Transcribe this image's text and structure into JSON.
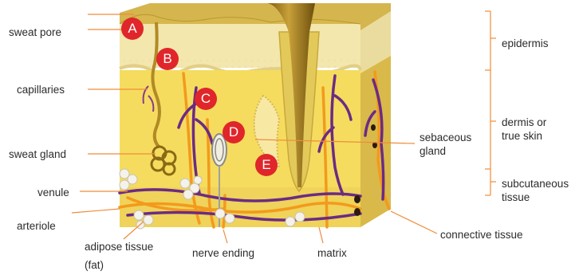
{
  "labels": {
    "left": {
      "sweat_pore": "sweat pore",
      "capillaries": "capillaries",
      "sweat_gland": "sweat gland",
      "venule": "venule",
      "arteriole": "arteriole"
    },
    "bottom": {
      "adipose_tissue": "adipose tissue",
      "fat": "(fat)",
      "nerve_ending": "nerve ending",
      "matrix": "matrix",
      "connective_tissue": "connective tissue"
    },
    "right": {
      "sebaceous_gland": "sebaceous gland",
      "epidermis": "epidermis",
      "dermis": "dermis or true skin",
      "subcutaneous": "subcutaneous tissue"
    }
  },
  "markers": [
    "A",
    "B",
    "C",
    "D",
    "E"
  ],
  "colors": {
    "epidermis": "#f2e4a0",
    "dermis": "#f4dc5c",
    "hair_shaft": "#a87f1a",
    "nerve": "#f39a1c",
    "vein": "#6b2b83",
    "leader": "#f08c3a",
    "marker": "#e0262a"
  }
}
